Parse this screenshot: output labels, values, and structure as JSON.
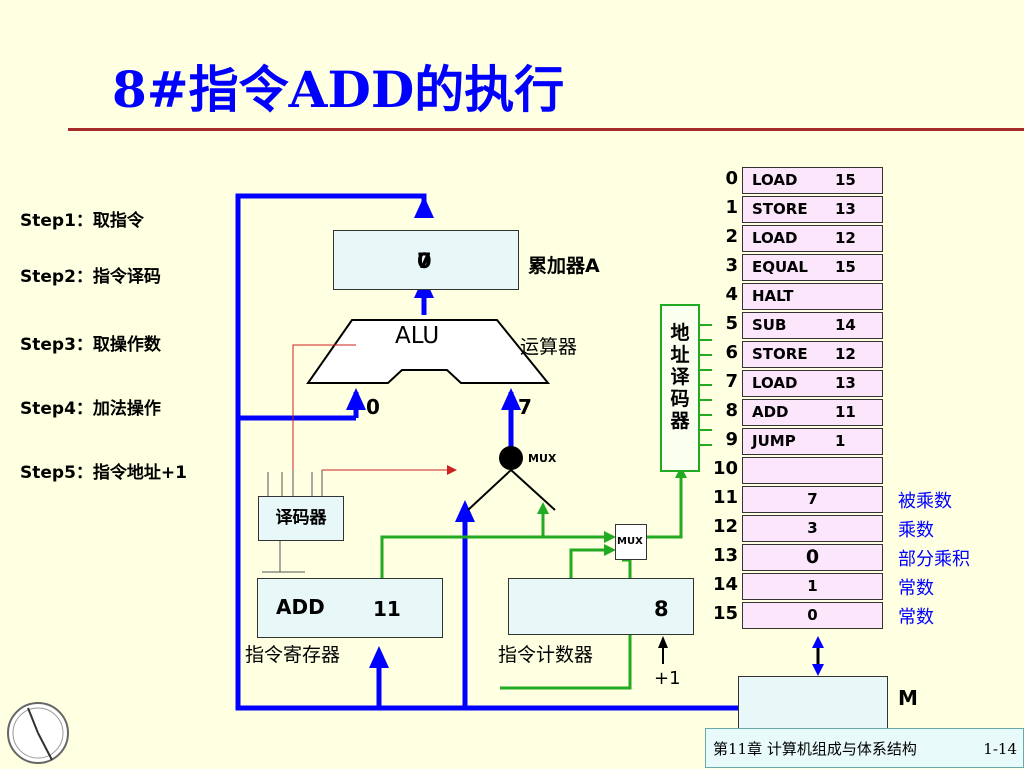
{
  "title": "8#指令ADD的执行",
  "steps": [
    "Step1：取指令",
    "Step2：指令译码",
    "Step3：取操作数",
    "Step4：加法操作",
    "Step5：指令地址+1"
  ],
  "accumulator": {
    "value_a": "7",
    "value_b": "0",
    "label": "累加器A"
  },
  "alu": {
    "label": "ALU",
    "caption": "运算器",
    "input_left": "0",
    "input_right": "7"
  },
  "mux_top": {
    "label": "MUX"
  },
  "mux_small": {
    "label": "MUX"
  },
  "decoder": {
    "label": "译码器"
  },
  "instruction_register": {
    "opcode": "ADD",
    "operand": "11",
    "caption": "指令寄存器"
  },
  "program_counter": {
    "value": "8",
    "caption": "指令计数器",
    "increment": "+1"
  },
  "address_decoder": {
    "label": "地址译码器"
  },
  "memory": {
    "label": "M",
    "cells": [
      {
        "addr": "0",
        "op": "LOAD",
        "arg": "15",
        "value": ""
      },
      {
        "addr": "1",
        "op": "STORE",
        "arg": "13",
        "value": ""
      },
      {
        "addr": "2",
        "op": "LOAD",
        "arg": "12",
        "value": ""
      },
      {
        "addr": "3",
        "op": "EQUAL",
        "arg": "15",
        "value": ""
      },
      {
        "addr": "4",
        "op": "HALT",
        "arg": "",
        "value": ""
      },
      {
        "addr": "5",
        "op": "SUB",
        "arg": "14",
        "value": ""
      },
      {
        "addr": "6",
        "op": "STORE",
        "arg": "12",
        "value": ""
      },
      {
        "addr": "7",
        "op": "LOAD",
        "arg": "13",
        "value": ""
      },
      {
        "addr": "8",
        "op": "ADD",
        "arg": "11",
        "value": ""
      },
      {
        "addr": "9",
        "op": "JUMP",
        "arg": "1",
        "value": ""
      },
      {
        "addr": "10",
        "op": "",
        "arg": "",
        "value": ""
      },
      {
        "addr": "11",
        "op": "",
        "arg": "",
        "value": "7",
        "note": "被乘数"
      },
      {
        "addr": "12",
        "op": "",
        "arg": "",
        "value": "3",
        "note": "乘数"
      },
      {
        "addr": "13",
        "op": "",
        "arg": "",
        "value": "0",
        "note": "部分乘积"
      },
      {
        "addr": "14",
        "op": "",
        "arg": "",
        "value": "1",
        "note": "常数"
      },
      {
        "addr": "15",
        "op": "",
        "arg": "",
        "value": "0",
        "note": "常数"
      }
    ]
  },
  "footer": {
    "chapter": "第11章 计算机组成与体系结构",
    "page": "1-14"
  }
}
